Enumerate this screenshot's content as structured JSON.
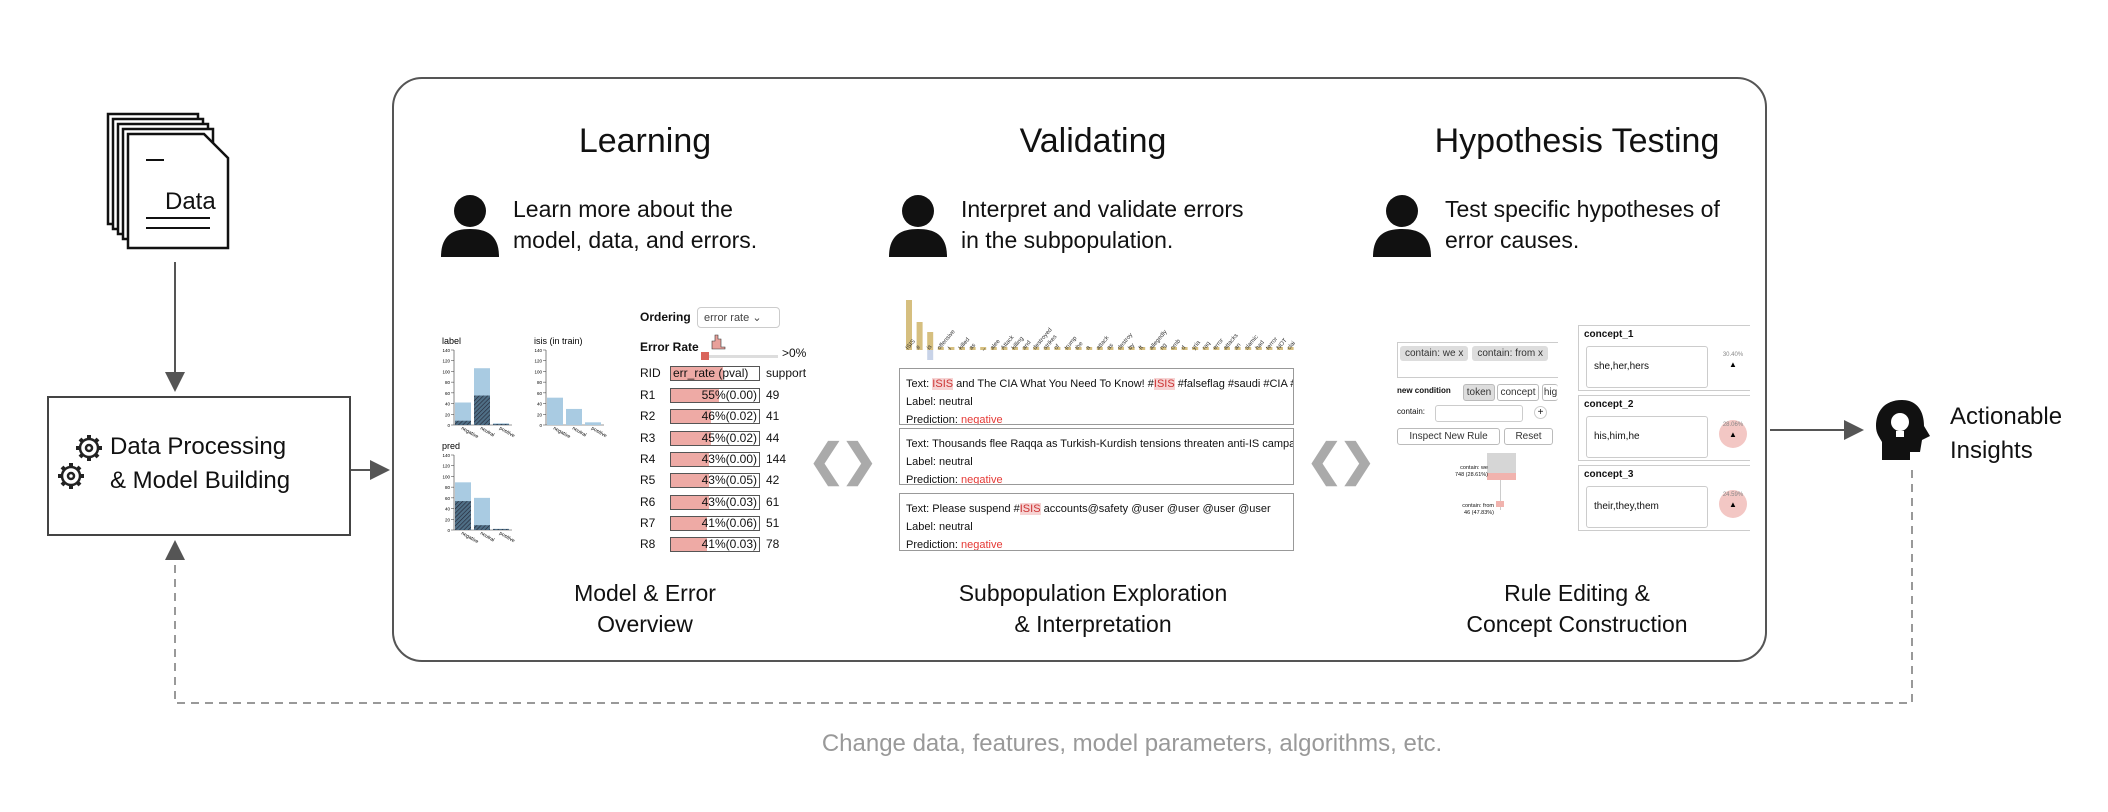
{
  "data_doc": {
    "label": "Data"
  },
  "processing": {
    "line1": "Data Processing",
    "line2": "& Model Building"
  },
  "insights": {
    "line1": "Actionable",
    "line2": "Insights"
  },
  "feedback": "Change data, features, model parameters, algorithms, etc.",
  "stages": [
    {
      "title": "Learning",
      "desc1": "Learn more about the",
      "desc2": "model, data, and errors.",
      "cap1": "Model & Error",
      "cap2": "Overview"
    },
    {
      "title": "Validating",
      "desc1": "Interpret and validate errors",
      "desc2": "in the subpopulation.",
      "cap1": "Subpopulation Exploration",
      "cap2": "& Interpretation"
    },
    {
      "title": "Hypothesis Testing",
      "desc1": "Test specific hypotheses of",
      "desc2": "error causes.",
      "cap1": "Rule Editing &",
      "cap2": "Concept Construction"
    }
  ],
  "learning": {
    "charts": [
      {
        "title": "label",
        "cats": [
          "negative",
          "neutral",
          "positive"
        ],
        "values": [
          42,
          106,
          3
        ],
        "errors": [
          8,
          55,
          2
        ]
      },
      {
        "title": "isis (in train)",
        "cats": [
          "negative",
          "neutral",
          "positive"
        ],
        "values": [
          51,
          30,
          5
        ],
        "errors": [
          0,
          0,
          0
        ]
      },
      {
        "title": "pred",
        "cats": [
          "negative",
          "neutral",
          "positive"
        ],
        "values": [
          89,
          60,
          2
        ],
        "errors": [
          54,
          9,
          2
        ]
      }
    ],
    "yticks": [
      "140",
      "120",
      "100",
      "80",
      "60",
      "40",
      "20",
      "0"
    ],
    "ordering_label": "Ordering",
    "ordering_value": "error rate",
    "error_rate_label": "Error Rate",
    "error_rate_min": ">0%",
    "headers": {
      "rid": "RID",
      "err": "err_rate (pval)",
      "support": "support"
    },
    "rows": [
      {
        "rid": "R1",
        "rate": 55,
        "text": "55%(0.00)",
        "support": "49"
      },
      {
        "rid": "R2",
        "rate": 46,
        "text": "46%(0.02)",
        "support": "41"
      },
      {
        "rid": "R3",
        "rate": 45,
        "text": "45%(0.02)",
        "support": "44"
      },
      {
        "rid": "R4",
        "rate": 43,
        "text": "43%(0.00)",
        "support": "144"
      },
      {
        "rid": "R5",
        "rate": 43,
        "text": "43%(0.05)",
        "support": "42"
      },
      {
        "rid": "R6",
        "rate": 43,
        "text": "43%(0.03)",
        "support": "61"
      },
      {
        "rid": "R7",
        "rate": 41,
        "text": "41%(0.06)",
        "support": "51"
      },
      {
        "rid": "R8",
        "rate": 41,
        "text": "41%(0.03)",
        "support": "78"
      }
    ]
  },
  "validating": {
    "tokens": [
      "ISIS",
      "#",
      "is",
      "offensive",
      "I",
      "killed",
      "as",
      "_",
      "alee",
      "Attack",
      "killing",
      "and",
      "destroyed",
      "strikes",
      "of",
      "trump",
      "the",
      "a",
      "attack",
      "as",
      "destroy",
      "by",
      "ft",
      "allegedly",
      "ng",
      "omb",
      "d",
      "yria",
      "raq",
      "error",
      "attacks",
      "an",
      "slamic",
      "had",
      "terror",
      "NOT",
      "clai"
    ],
    "cards": [
      {
        "pre": "Text: ",
        "h1": "ISIS",
        "mid": " and The CIA What You Need To Know! #",
        "h2": "ISIS",
        "post": " #falseflag #saudi #CIA #moss",
        "label": "Label: neutral",
        "pred_label": "Prediction: ",
        "pred": "negative"
      },
      {
        "pre": "Text: Thousands flee Raqqa as Turkish-Kurdish tensions threaten anti-IS campaign #",
        "h1": "",
        "mid": "",
        "h2": "",
        "post": "",
        "label": "Label: neutral",
        "pred_label": "Prediction: ",
        "pred": "negative"
      },
      {
        "pre": "Text: Please suspend #",
        "h1": "ISIS",
        "mid": " accounts@safety @user @user @user @user",
        "h2": "",
        "post": "",
        "label": "Label: neutral",
        "pred_label": "Prediction: ",
        "pred": "negative"
      }
    ]
  },
  "hypothesis": {
    "tags": [
      "contain: we",
      "contain: from"
    ],
    "tag_close": "x",
    "new_condition": "new condition",
    "cond_tabs": [
      "token",
      "concept",
      "hig"
    ],
    "contain_label": "contain:",
    "add": "+",
    "inspect": "Inspect New Rule",
    "reset": "Reset",
    "node1": {
      "l1": "contain: we",
      "l2": "748 (28.61%)"
    },
    "node2": {
      "l1": "contain: from",
      "l2": "46 (47.83%)"
    },
    "concepts": [
      {
        "name": "concept_1",
        "words": "she,her,hers",
        "pct": "30.40%"
      },
      {
        "name": "concept_2",
        "words": "his,him,he",
        "pct": "28.06%"
      },
      {
        "name": "concept_3",
        "words": "their,they,them",
        "pct": "24.59%"
      }
    ]
  }
}
